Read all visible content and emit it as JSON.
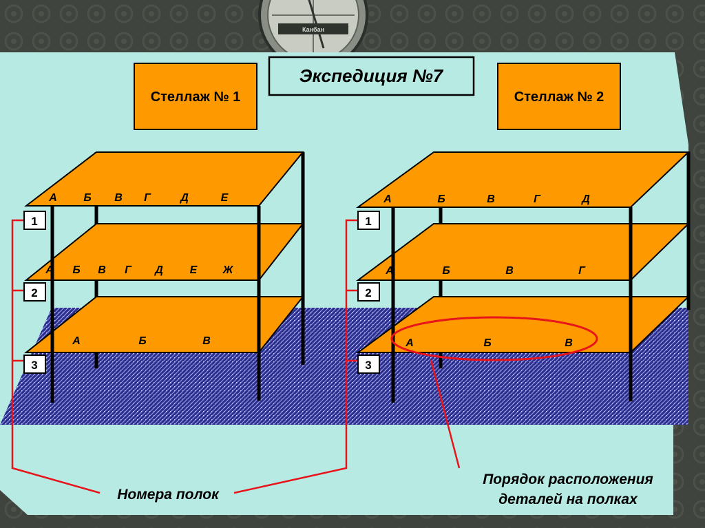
{
  "header": {
    "badge_text": "Канбан"
  },
  "title": "Экспедиция №7",
  "rack1": {
    "title": "Стеллаж № 1",
    "shelf_numbers": [
      "1",
      "2",
      "3"
    ],
    "shelves": [
      [
        "А",
        "Б",
        "В",
        "Г",
        "Д",
        "Е"
      ],
      [
        "А",
        "Б",
        "В",
        "Г",
        "Д",
        "Е",
        "Ж"
      ],
      [
        "А",
        "Б",
        "В"
      ]
    ]
  },
  "rack2": {
    "title": "Стеллаж № 2",
    "shelf_numbers": [
      "1",
      "2",
      "3"
    ],
    "shelves": [
      [
        "А",
        "Б",
        "В",
        "Г",
        "Д"
      ],
      [
        "А",
        "Б",
        "В",
        "Г"
      ],
      [
        "А",
        "Б",
        "В"
      ]
    ]
  },
  "callouts": {
    "shelf_numbers_label": "Номера полок",
    "order_label_line1": "Порядок расположения",
    "order_label_line2": "деталей на полках"
  },
  "colors": {
    "panel": "#b7eae3",
    "shelf": "#ff9900",
    "floor": "#2c2e8e",
    "callout_line": "#e8141b",
    "post": "#000000"
  }
}
